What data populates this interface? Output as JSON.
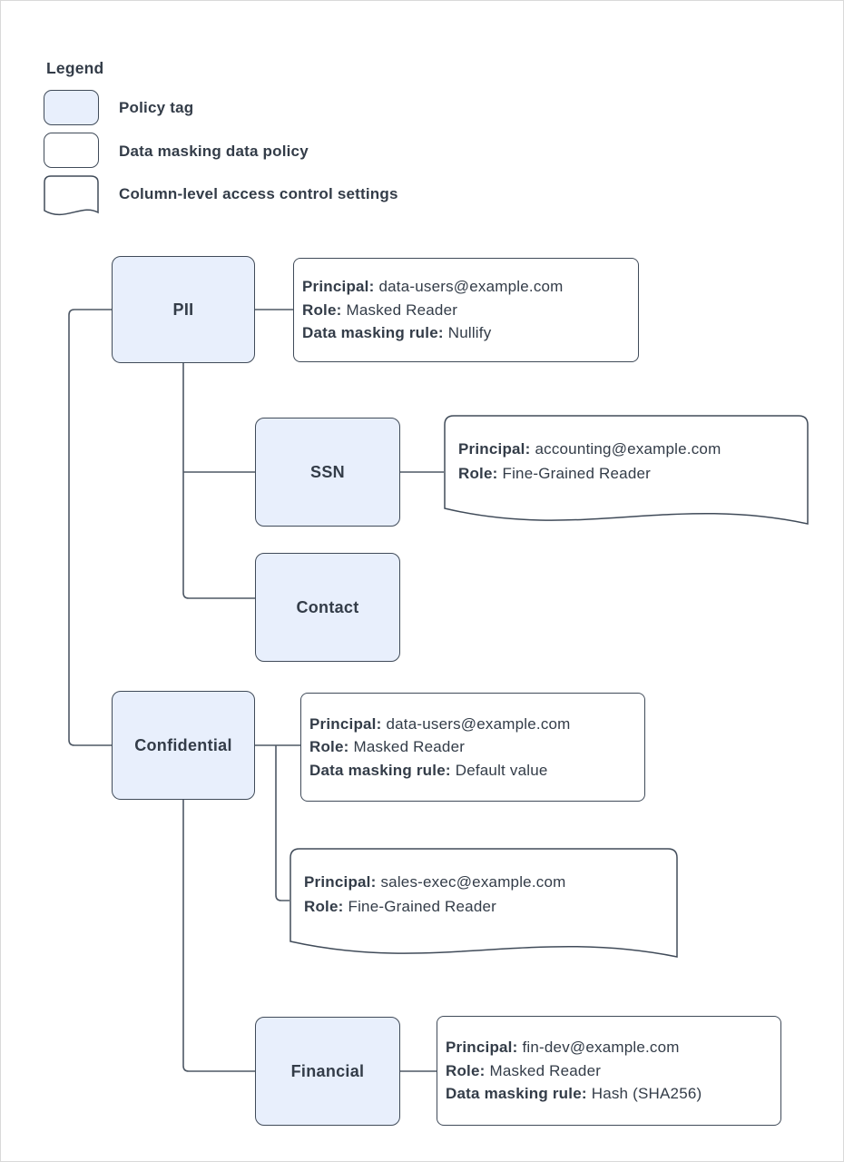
{
  "legend": {
    "title": "Legend",
    "items": [
      {
        "id": "policy-tag",
        "label": "Policy tag"
      },
      {
        "id": "data-masking-data-policy",
        "label": "Data masking data policy"
      },
      {
        "id": "column-level-acl",
        "label": "Column-level access control settings"
      }
    ]
  },
  "nodes": {
    "pii": {
      "label": "PII"
    },
    "ssn": {
      "label": "SSN"
    },
    "contact": {
      "label": "Contact"
    },
    "confidential": {
      "label": "Confidential"
    },
    "financial": {
      "label": "Financial"
    }
  },
  "policies": {
    "pii_masking": {
      "lines": [
        {
          "label": "Principal:",
          "value": "data-users@example.com"
        },
        {
          "label": "Role:",
          "value": "Masked Reader"
        },
        {
          "label": "Data masking rule:",
          "value": "Nullify"
        }
      ]
    },
    "ssn_acl": {
      "lines": [
        {
          "label": "Principal:",
          "value": "accounting@example.com"
        },
        {
          "label": "Role:",
          "value": "Fine-Grained Reader"
        }
      ]
    },
    "confidential_masking": {
      "lines": [
        {
          "label": "Principal:",
          "value": "data-users@example.com"
        },
        {
          "label": "Role:",
          "value": "Masked Reader"
        },
        {
          "label": "Data masking rule:",
          "value": "Default value"
        }
      ]
    },
    "confidential_acl": {
      "lines": [
        {
          "label": "Principal:",
          "value": "sales-exec@example.com"
        },
        {
          "label": "Role:",
          "value": "Fine-Grained Reader"
        }
      ]
    },
    "financial_masking": {
      "lines": [
        {
          "label": "Principal:",
          "value": "fin-dev@example.com"
        },
        {
          "label": "Role:",
          "value": "Masked Reader"
        },
        {
          "label": "Data masking rule:",
          "value": "Hash (SHA256)"
        }
      ]
    }
  },
  "colors": {
    "policy_tag_fill": "#e8effc",
    "shape_border": "#404b59",
    "connector": "#4e5865",
    "text": "#333c48",
    "background": "#ffffff"
  }
}
